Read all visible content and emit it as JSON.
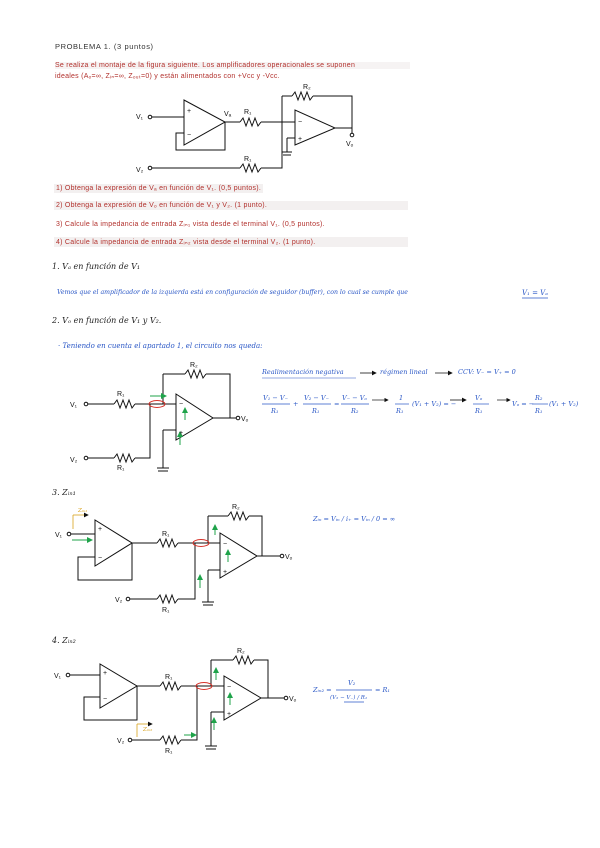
{
  "problem": {
    "title": "PROBLEMA 1. (3 puntos)",
    "statement_line1": "Se realiza el montaje de la figura siguiente. Los amplificadores operacionales se suponen",
    "statement_line2": "ideales (Aₒ=∞, Zᵢₙ=∞, Zₒᵤₜ=0) y están alimentados con +Vᴄᴄ y -Vᴄᴄ.",
    "questions": [
      "1) Obtenga la expresión de Vₐ en función de V₁. (0,5 puntos).",
      "2) Obtenga la expresión de Vₒ en función de V₁ y V₂. (1 punto).",
      "3) Calcule la impedancia de entrada Zᵢₙ₁ vista desde el terminal V₁. (0,5 puntos).",
      "4) Calcule la impedancia de entrada Zᵢₙ₂ vista desde el terminal V₂. (1 punto)."
    ]
  },
  "circuit_labels": {
    "v1": "V₁",
    "v2": "V₂",
    "va": "Vₐ",
    "vo": "Vₒ",
    "r1": "R₁",
    "r2": "R₂",
    "plus": "+",
    "minus": "−"
  },
  "solution": {
    "s1_heading": "1. Vₐ en función de V₁",
    "s1_text": "Vemos que el amplificador de la izquierda está en configuración de seguidor (buffer), con lo cual se cumple que",
    "s1_result": "V₁ = Vₐ",
    "s2_heading": "2. Vₒ en función de V₁ y V₂.",
    "s2_text": "· Teniendo en cuenta el apartado 1, el circuito nos queda:",
    "s2_note_a": "Realimentación negativa",
    "s2_note_b": "régimen lineal",
    "s2_note_c": "CCV: V₋ = V₊ = 0",
    "s2_eq1_num": "V₁ − V₋",
    "s2_eq1_den": "R₁",
    "s2_eq2_num": "V₂ − V₋",
    "s2_eq2_den": "R₁",
    "s2_eq3_num": "V₋ − Vₒ",
    "s2_eq3_den": "R₂",
    "s2_eq4": "(V₁ + V₂) = −",
    "s2_eq5": "Vₒ = −",
    "s2_eq5b": "(V₁ + V₂)",
    "s2_r2_over_r1": "R₂",
    "s2_one": "1",
    "s2_r1": "R₁",
    "s2_vo": "Vₒ",
    "s3_heading": "3. Zᵢₙ₁",
    "s3_eq": "Zᵢₙ = Vᵢₙ / i₊ = Vᵢₙ / 0 = ∞",
    "s3_tag": "Zᵢₙ₁",
    "s4_heading": "4. Zᵢₙ₂",
    "s4_eq_left": "Zᵢₙ₂ =",
    "s4_eq_num": "V₂",
    "s4_eq_den": "(V₂ − V₋) / R₁",
    "s4_eq_right": "= R₁",
    "s4_tag": "Zᵢₙ₂"
  },
  "colors": {
    "red_text": "#b2312d",
    "blue_ink": "#2a57c6",
    "green_current": "#1fa34a",
    "red_marker": "#d6332a",
    "yellow_marker": "#d8a21c"
  }
}
